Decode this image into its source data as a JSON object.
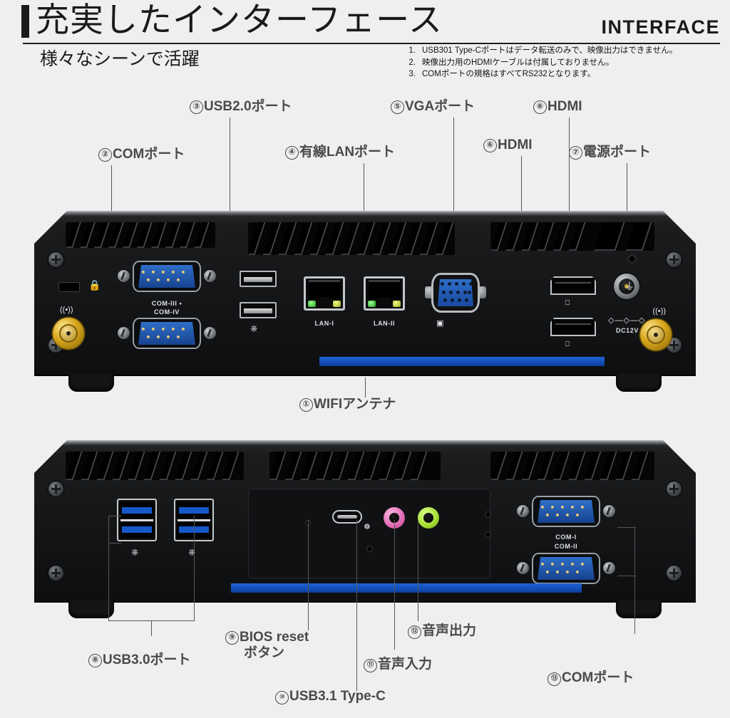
{
  "header": {
    "title": "充実したインターフェース",
    "title_en": "INTERFACE",
    "subtitle": "様々なシーンで活躍"
  },
  "notes": [
    {
      "num": "1.",
      "text": "USB301 Type-Cポートはデータ転送のみで、映像出力はできません。"
    },
    {
      "num": "2.",
      "text": "映像出力用のHDMIケーブルは付属しておりません。"
    },
    {
      "num": "3.",
      "text": "COMポートの規格はすべてRS232となります。"
    }
  ],
  "callouts": [
    {
      "id": "1",
      "num": "①",
      "label": "WIFIアンテナ"
    },
    {
      "id": "2",
      "num": "②",
      "label": "COMポート"
    },
    {
      "id": "3",
      "num": "③",
      "label": "USB2.0ポート"
    },
    {
      "id": "4",
      "num": "④",
      "label": "有線LANポート"
    },
    {
      "id": "5",
      "num": "⑤",
      "label": "VGAポート"
    },
    {
      "id": "6a",
      "num": "⑥",
      "label": "HDMI"
    },
    {
      "id": "6b",
      "num": "⑥",
      "label": "HDMI"
    },
    {
      "id": "7",
      "num": "⑦",
      "label": "電源ポート"
    },
    {
      "id": "8",
      "num": "⑧",
      "label": "USB3.0ポート"
    },
    {
      "id": "9",
      "num": "⑨",
      "label": "BIOS reset",
      "label2": "ボタン"
    },
    {
      "id": "10",
      "num": "⑩",
      "label": "USB3.1 Type-C"
    },
    {
      "id": "11",
      "num": "⑪",
      "label": "音声入力"
    },
    {
      "id": "12",
      "num": "⑫",
      "label": "音声出力"
    },
    {
      "id": "13",
      "num": "⑬",
      "label": "COMポート"
    }
  ],
  "rear_panel": {
    "silk": {
      "com34": "COM-III •",
      "com34b": "COM-IV",
      "lan1": "LAN-I",
      "lan2": "LAN-II",
      "dc": "DC12V"
    }
  },
  "front_panel": {
    "silk": {
      "com1": "COM-I",
      "com2": "COM-II"
    }
  },
  "colors": {
    "background": "#efefef",
    "text": "#2e2e2e",
    "label": "#4a4a4a",
    "accent_blue": "#1f63d6",
    "audio_in": "#e06bb4",
    "audio_out": "#a6dd31",
    "antenna": "#d9a81d"
  }
}
